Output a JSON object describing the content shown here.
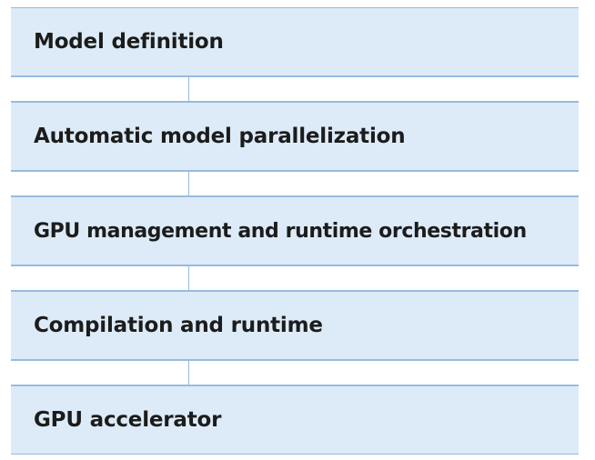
{
  "layers": [
    {
      "label": "Model definition"
    },
    {
      "label": "Automatic model parallelization"
    },
    {
      "label": "GPU management and runtime orchestration"
    },
    {
      "label": "Compilation and runtime"
    },
    {
      "label": "GPU accelerator"
    }
  ],
  "colors": {
    "layer_fill": "#ddebf8",
    "border": "#97bbdd",
    "text": "#1c1c1c",
    "background": "#ffffff"
  }
}
